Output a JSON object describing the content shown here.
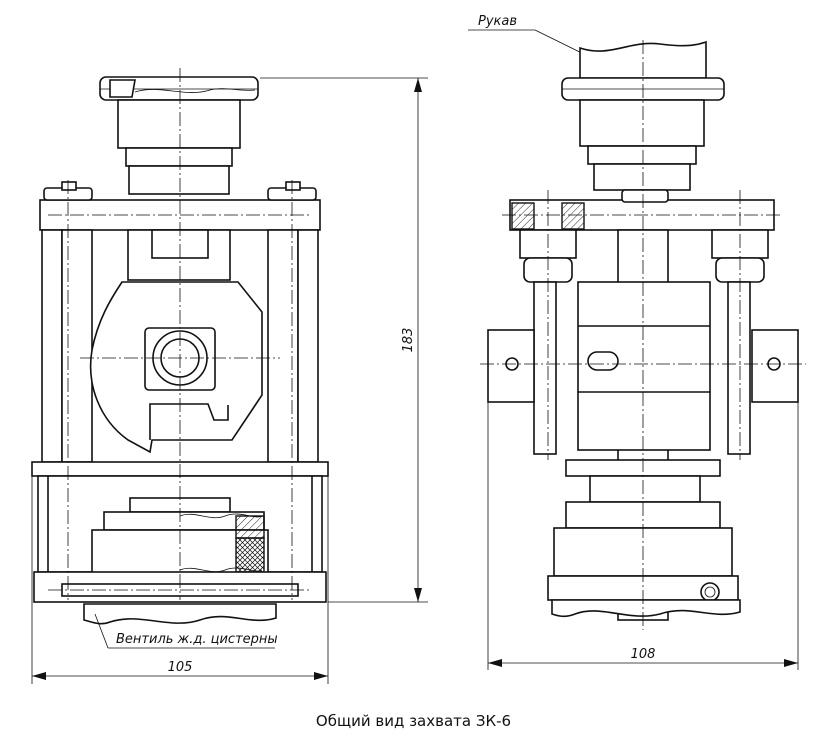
{
  "labels": {
    "hose": "Рукав",
    "valve": "Вентиль ж.д. цистерны"
  },
  "dimensions": {
    "height": "183",
    "width_left": "105",
    "width_right": "108"
  },
  "caption": "Общий вид захвата ЗК-6"
}
